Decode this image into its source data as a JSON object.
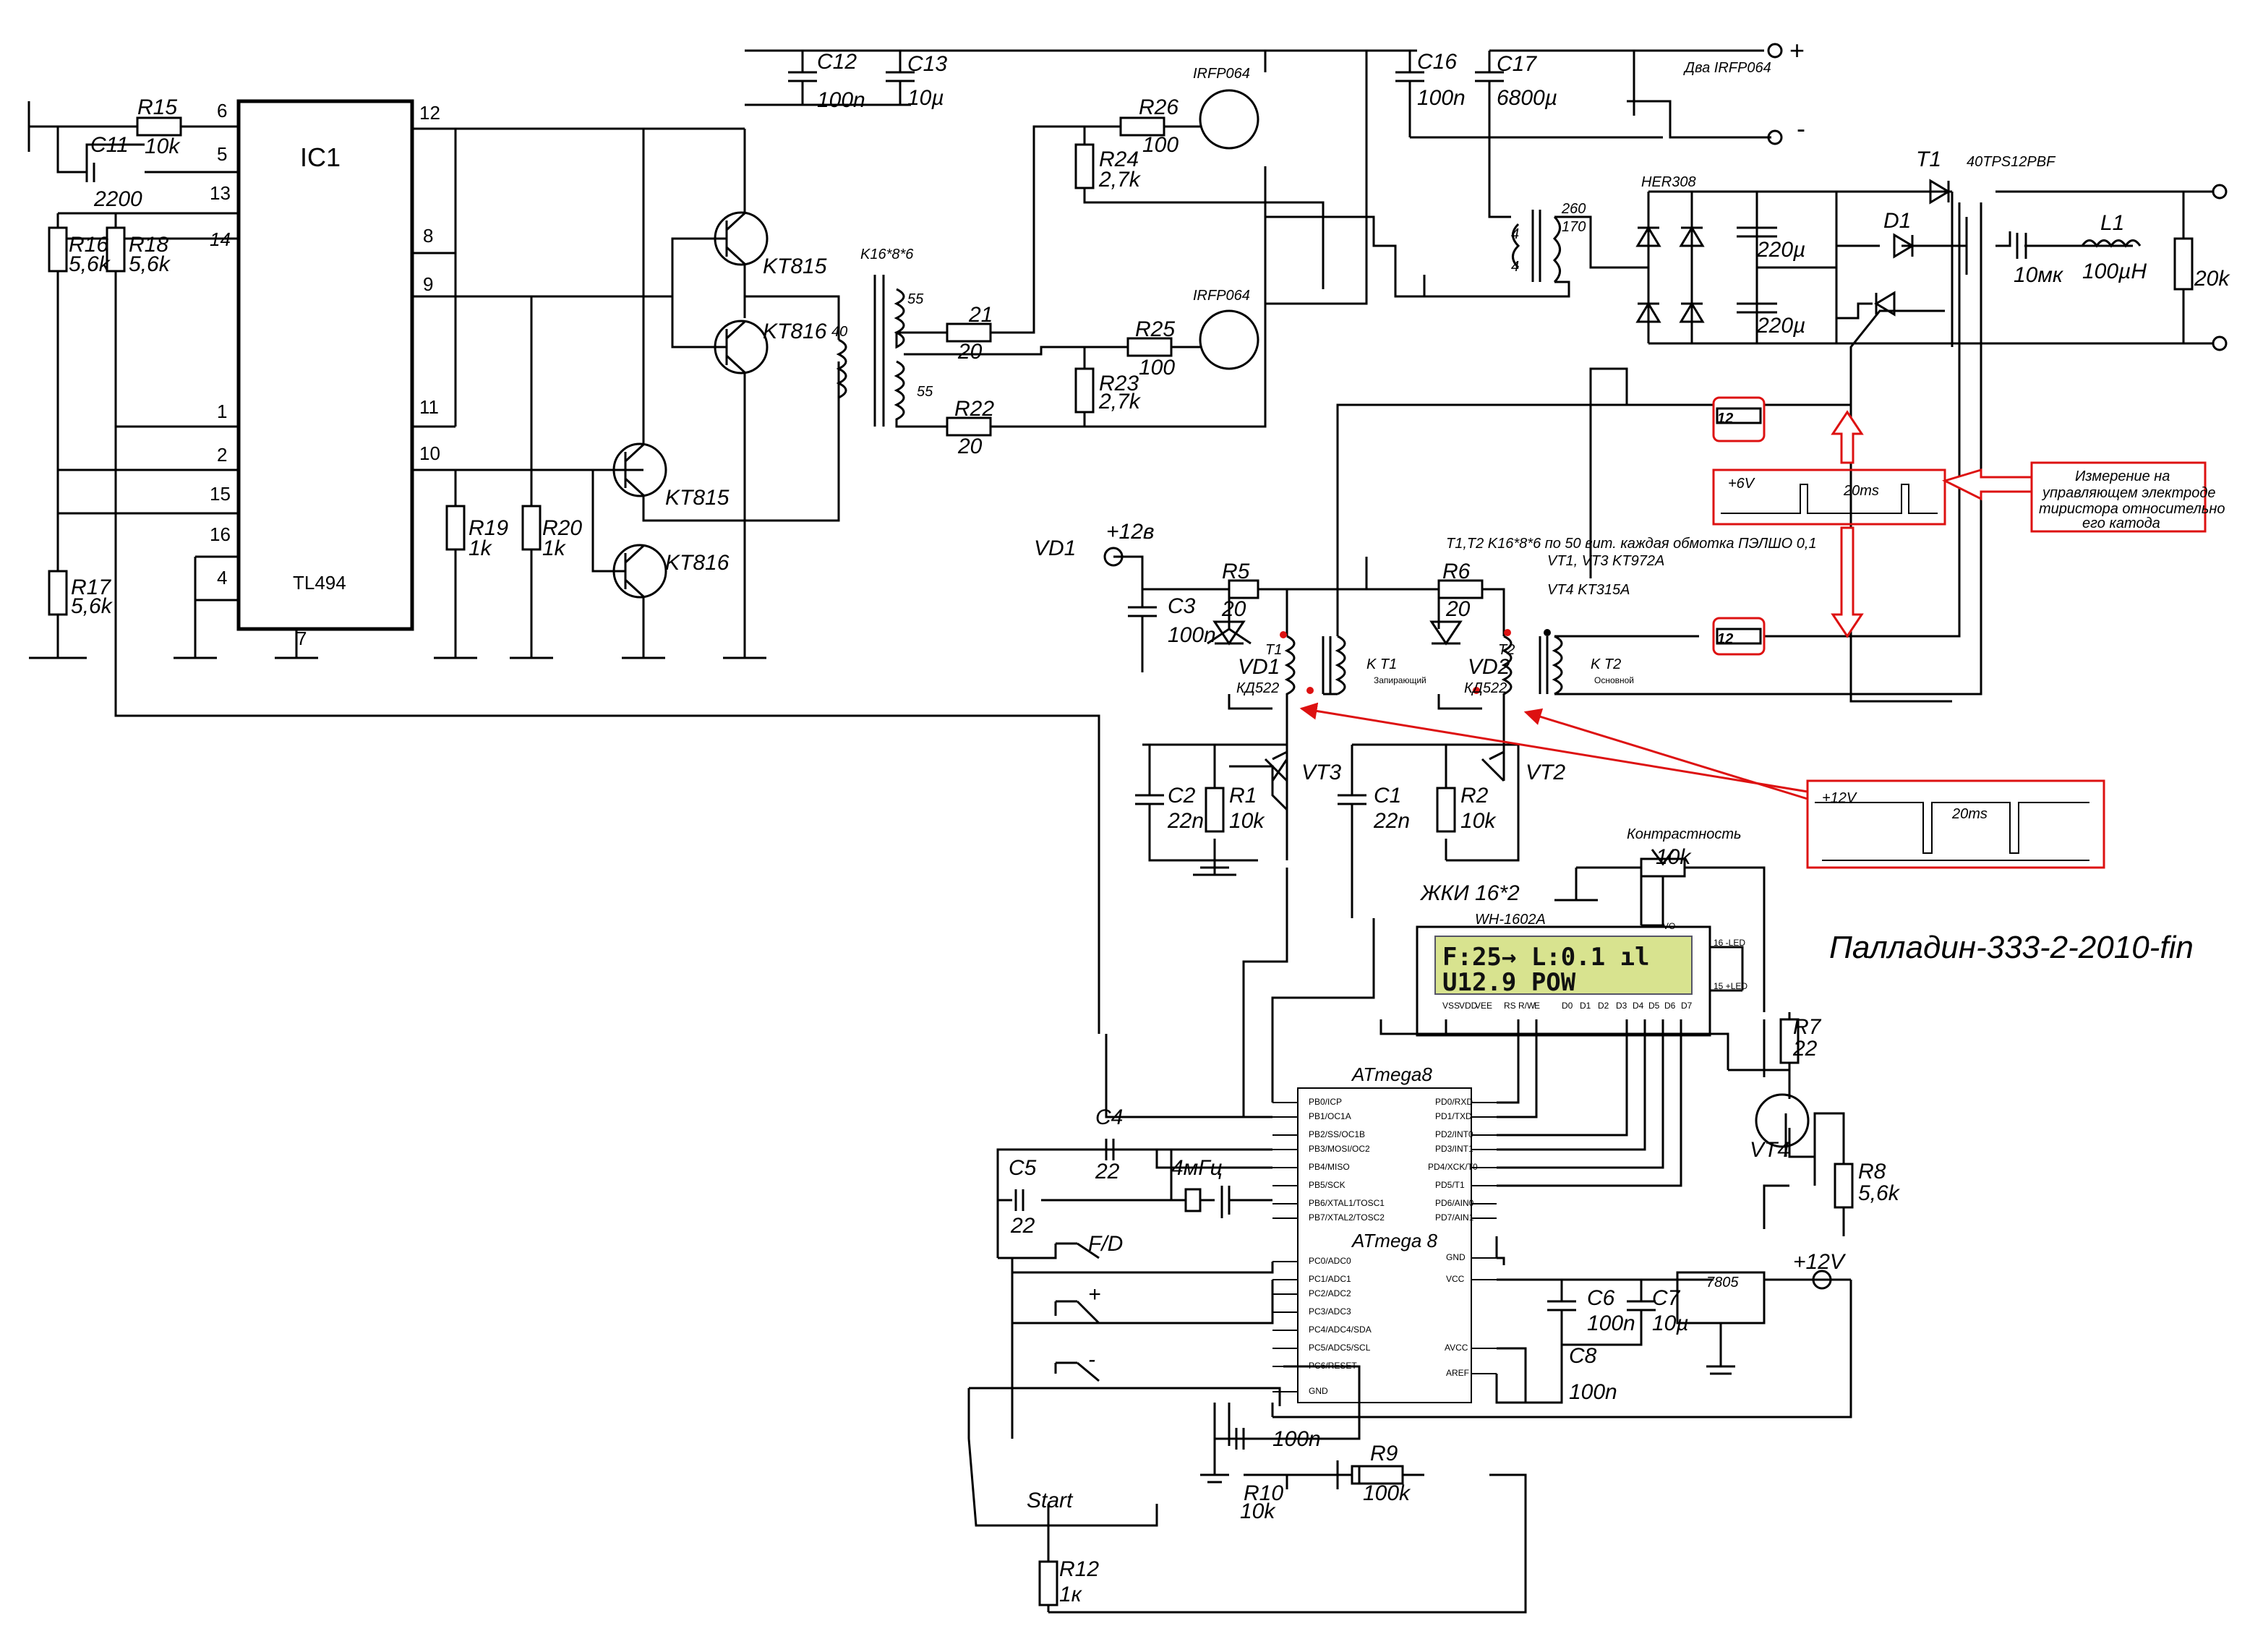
{
  "title": "Палладин-333-2-2010-fin",
  "ic1": {
    "name": "IC1",
    "part": "TL494",
    "pins_left": [
      "6",
      "5",
      "13",
      "14",
      "1",
      "2",
      "15",
      "16",
      "4"
    ],
    "pins_right": [
      "12",
      "8",
      "9",
      "11",
      "10"
    ],
    "pin_bottom": "7"
  },
  "lcd": {
    "header": "ЖКИ 16*2",
    "model": "WH-1602A",
    "line1": "F:25→  L:0.1   ıl",
    "line2": "U12.9  POW",
    "contrast_label": "Контрастность",
    "contrast_value": "10k",
    "pins": [
      "VSS",
      "VDD",
      "VEE",
      "RS",
      "R/W",
      "E",
      "D0",
      "D1",
      "D2",
      "D3",
      "D4",
      "D5",
      "D6",
      "D7"
    ],
    "led_minus": "16 -LED",
    "led_plus": "15 +LED",
    "vo": "VO"
  },
  "mcu": {
    "name": "ATmega8",
    "name2": "ATmega 8",
    "left_pins": [
      "PB0/ICP",
      "PB1/OC1A",
      "PB2/SS/OC1B",
      "PB3/MOSI/OC2",
      "PB4/MISO",
      "PB5/SCK",
      "PB6/XTAL1/TOSC1",
      "PB7/XTAL2/TOSC2",
      "PC0/ADC0",
      "PC1/ADC1",
      "PC2/ADC2",
      "PC3/ADC3",
      "PC4/ADC4/SDA",
      "PC5/ADC5/SCL",
      "PC6/RESET",
      "GND"
    ],
    "right_pins": [
      "PD0/RXD",
      "PD1/TXD",
      "PD2/INT0",
      "PD3/INT1",
      "PD4/XCK/T0",
      "PD5/T1",
      "PD6/AIN0",
      "PD7/AIN1",
      "GND",
      "VCC",
      "AVCC",
      "AREF"
    ]
  },
  "components": {
    "R15": [
      "R15",
      "10k"
    ],
    "C11": [
      "C11",
      "2200"
    ],
    "R16": [
      "R16",
      "5,6k"
    ],
    "R18": [
      "R18",
      "5,6k"
    ],
    "R17": [
      "R17",
      "5,6k"
    ],
    "R19": [
      "R19",
      "1k"
    ],
    "R20": [
      "R20",
      "1k"
    ],
    "C12": [
      "C12",
      "100n"
    ],
    "C13": [
      "C13",
      "10µ"
    ],
    "C16": [
      "C16",
      "100n"
    ],
    "C17": [
      "C17",
      "6800µ"
    ],
    "R26": [
      "R26",
      "100"
    ],
    "R24": [
      "R24",
      "2,7k"
    ],
    "R25": [
      "R25",
      "100"
    ],
    "R23": [
      "R23",
      "2,7k"
    ],
    "R21": [
      "21",
      "20"
    ],
    "R22": [
      "R22",
      "20"
    ],
    "R5": [
      "R5",
      "20"
    ],
    "R6": [
      "R6",
      "20"
    ],
    "C3": [
      "C3",
      "100n"
    ],
    "C2": [
      "C2",
      "22n"
    ],
    "R1": [
      "R1",
      "10k"
    ],
    "C1": [
      "C1",
      "22n"
    ],
    "R2": [
      "R2",
      "10k"
    ],
    "R7": [
      "R7",
      "22"
    ],
    "R8": [
      "R8",
      "5,6k"
    ],
    "C4": [
      "C4",
      "22"
    ],
    "C5": [
      "C5",
      "22"
    ],
    "C6": [
      "C6",
      "100n"
    ],
    "C7": [
      "C7",
      "10µ"
    ],
    "C8": [
      "C8",
      "100n"
    ],
    "R10": [
      "R10",
      "10k"
    ],
    "R9": [
      "R9",
      "100k"
    ],
    "R12": [
      "R12",
      "1к"
    ],
    "C100n": [
      "100n"
    ],
    "L1": [
      "L1",
      "100µH"
    ],
    "C10": [
      "10мк"
    ],
    "R20k": [
      "20k"
    ],
    "C220a": [
      "220µ"
    ],
    "C220b": [
      "220µ"
    ]
  },
  "transistors": {
    "q1": "KT815",
    "q2": "KT816",
    "q3": "KT815",
    "q4": "KT816",
    "mos": "IRFP064",
    "vt3": "VT3",
    "vt2": "VT2",
    "vt4": "VT4"
  },
  "labels": {
    "two_irfp": "Два IRFP064",
    "plus": "+",
    "minus": "-",
    "her": "HER308",
    "t1": "T1",
    "t1part": "40TPS12PBF",
    "d1": "D1",
    "tr_core": "K16*8*6",
    "w55a": "55",
    "w40": "40",
    "w55b": "55",
    "w260": "260",
    "w170": "170",
    "w4a": "4",
    "w4b": "4",
    "vd1_label": "VD1",
    "plus12v": "+12в",
    "vd1": "VD1",
    "vd2": "VD2",
    "kd522a": "КД522",
    "kd522b": "КД522",
    "t1t": "T1",
    "t2t": "T2",
    "kt1": "K T1",
    "kt2": "K T2",
    "zap": "Запирающий",
    "osn": "Основной",
    "t_note": "T1,T2 K16*8*6 по 50 вит. каждая обмотка ПЭЛШО 0,1",
    "vt_note": "VT1, VT3 KT972A",
    "vt4_note": "VT4 KT315A",
    "r12a": "12",
    "r12b": "12",
    "meas": [
      "Измерение на",
      "управляющем электроде",
      "тиристора относительно",
      "его катода"
    ],
    "w6v": "+6V",
    "w20a": "20ms",
    "w12v": "+12V",
    "w20b": "20ms",
    "xtal": "4мГц",
    "fd": "F/D",
    "plus_btn": "+",
    "minus_btn": "-",
    "start": "Start",
    "reg": "7805",
    "v12": "+12V",
    "v100n_pot": "100n"
  }
}
